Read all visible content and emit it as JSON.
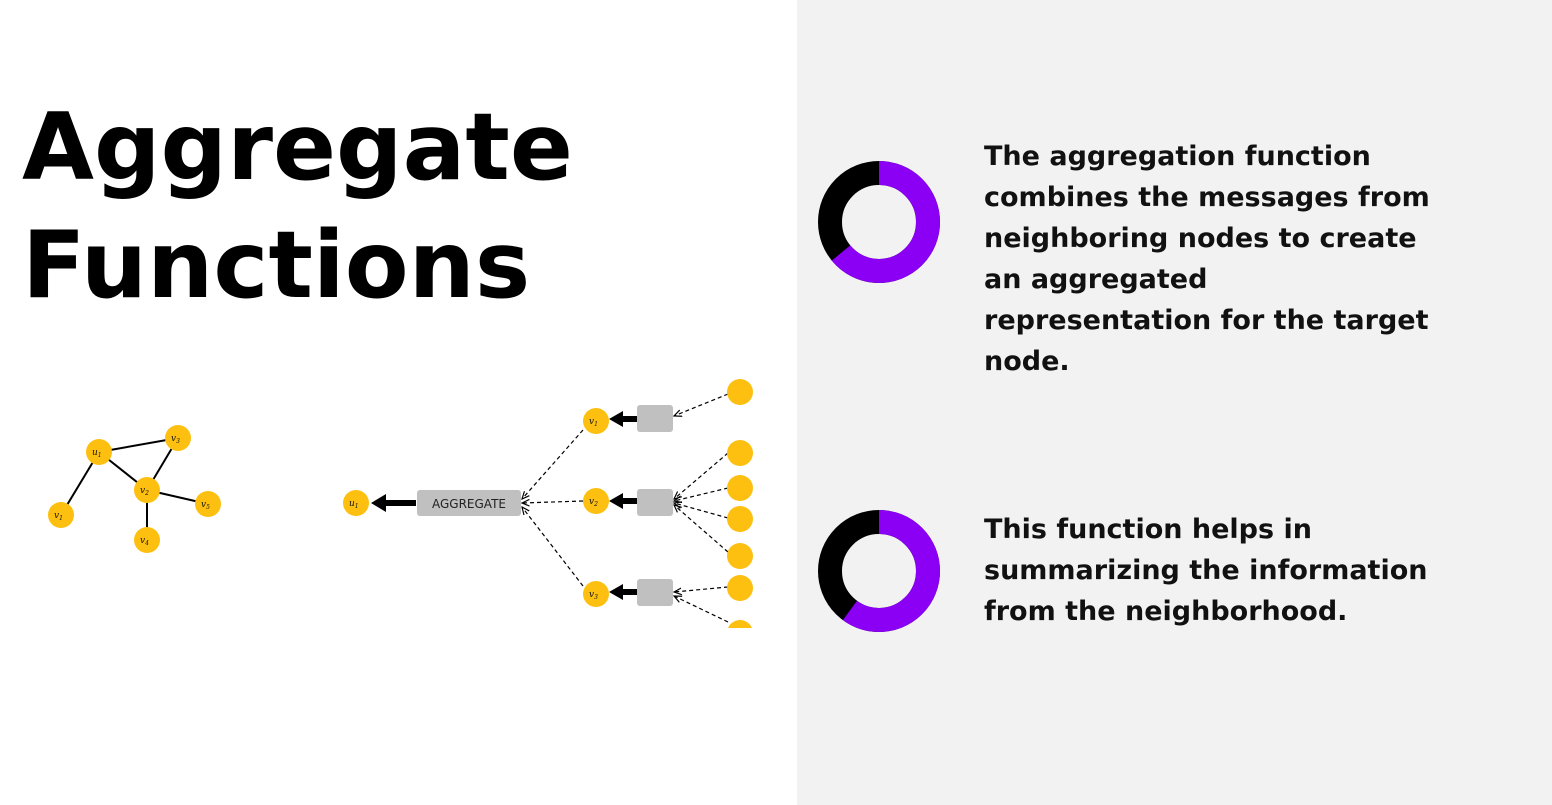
{
  "title": {
    "line1": "Aggregate",
    "line2": "Functions"
  },
  "colors": {
    "right_panel_bg": "#f2f2f2",
    "node_fill": "#fdc010",
    "ring_accent": "#8b00f5",
    "ring_dark": "#000000",
    "agg_box": "#c0c0c0"
  },
  "diagram": {
    "graph_nodes": [
      {
        "id": "u1",
        "base": "u",
        "sub": "1"
      },
      {
        "id": "v3",
        "base": "v",
        "sub": "3"
      },
      {
        "id": "v2",
        "base": "v",
        "sub": "2"
      },
      {
        "id": "v1",
        "base": "v",
        "sub": "1"
      },
      {
        "id": "v5",
        "base": "v",
        "sub": "5"
      },
      {
        "id": "v4",
        "base": "v",
        "sub": "4"
      }
    ],
    "tree": {
      "root": {
        "base": "u",
        "sub": "1"
      },
      "aggregate_label": "AGGREGATE",
      "children": [
        {
          "base": "v",
          "sub": "1"
        },
        {
          "base": "v",
          "sub": "2"
        },
        {
          "base": "v",
          "sub": "3"
        }
      ]
    }
  },
  "points": [
    {
      "text": "The aggregation function combines the messages from neighboring nodes to create an aggregated representation for the target node.",
      "ring_fraction": 0.64
    },
    {
      "text": "This function helps in summarizing the information from the neighborhood.",
      "ring_fraction": 0.6
    }
  ]
}
